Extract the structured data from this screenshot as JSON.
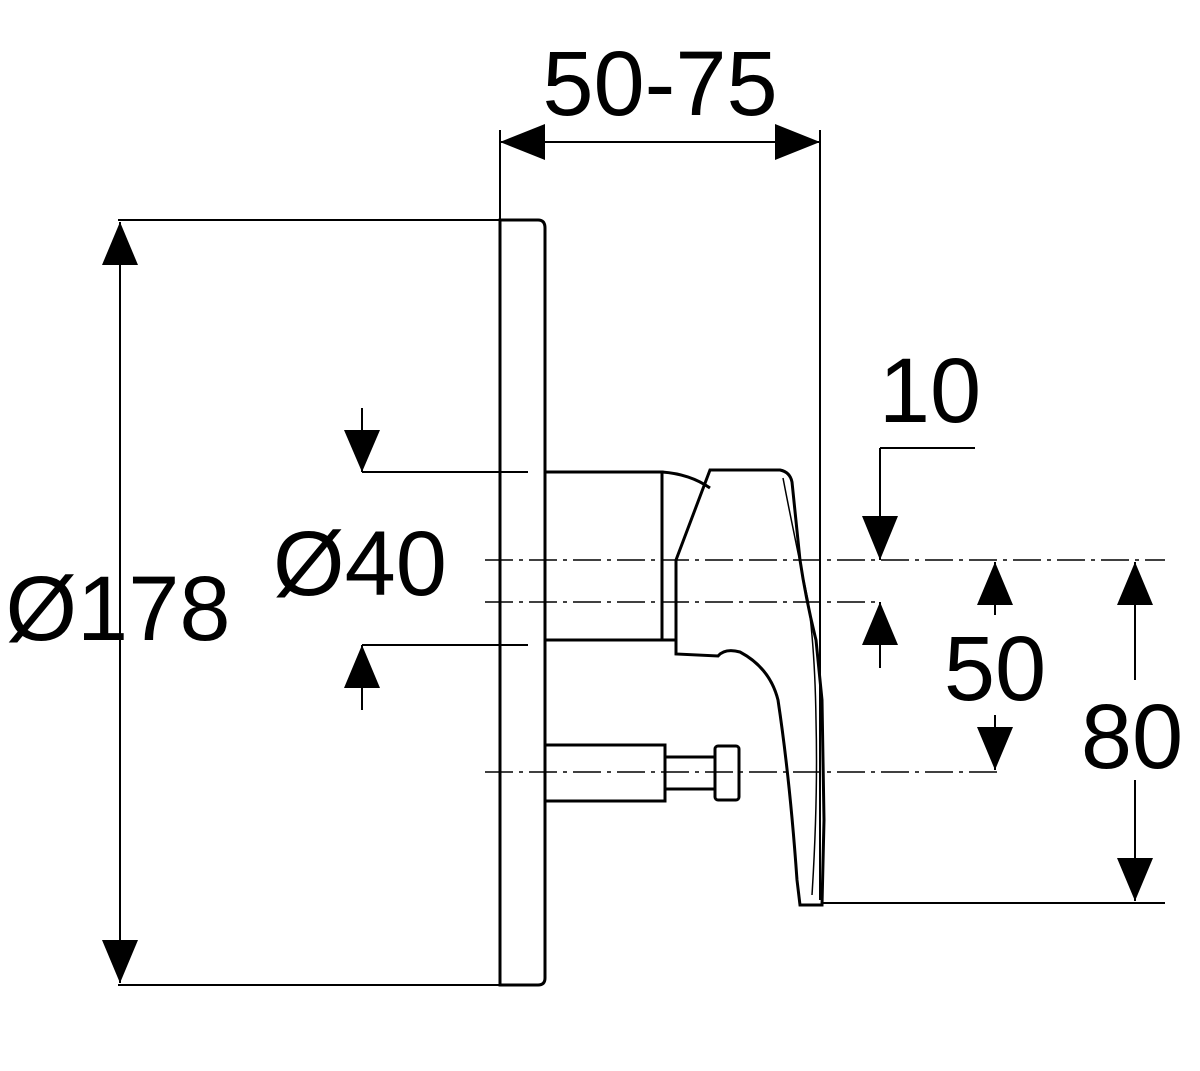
{
  "dimensions": {
    "install_depth": "50-75",
    "offset": "10",
    "rosette_diameter": "Ø178",
    "spindle_diameter": "Ø40",
    "outlet_spacing": "50",
    "lever_height": "80"
  }
}
